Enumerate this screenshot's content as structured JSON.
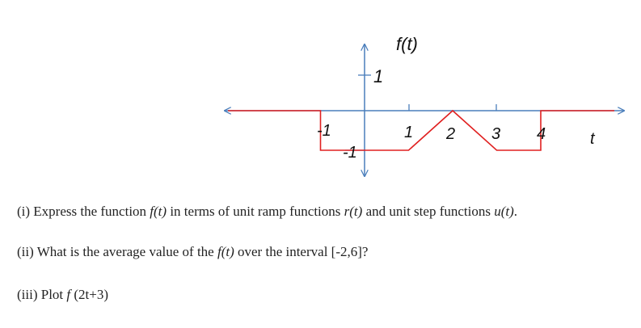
{
  "diagram": {
    "function_label": "f(t)",
    "t_axis_label": "t",
    "y_tick_labels": [
      "1",
      "-1"
    ],
    "t_tick_labels": [
      "-1",
      "1",
      "2",
      "3",
      "4"
    ],
    "waveform": [
      [
        -2,
        0
      ],
      [
        -1,
        0
      ],
      [
        -1,
        -1
      ],
      [
        1,
        -1
      ],
      [
        2,
        0
      ],
      [
        3,
        -1
      ],
      [
        4,
        -1
      ],
      [
        4,
        0
      ],
      [
        6,
        0
      ]
    ],
    "colors": {
      "axis": "#4a7ebb",
      "waveform": "#e02020"
    }
  },
  "questions": {
    "q1": {
      "prefix": "(i) Express the function ",
      "f": "f(t)",
      "mid1": " in terms of unit ramp functions ",
      "r": "r(t)",
      "mid2": " and unit step functions ",
      "u": "u(t)",
      "end": "."
    },
    "q2": {
      "prefix": "(ii) What is the average value of the ",
      "f": "f(t)",
      "end": " over the interval [-2,6]?"
    },
    "q3": {
      "prefix": "(iii) Plot ",
      "f": "f",
      "end": " (2t+3)"
    }
  }
}
